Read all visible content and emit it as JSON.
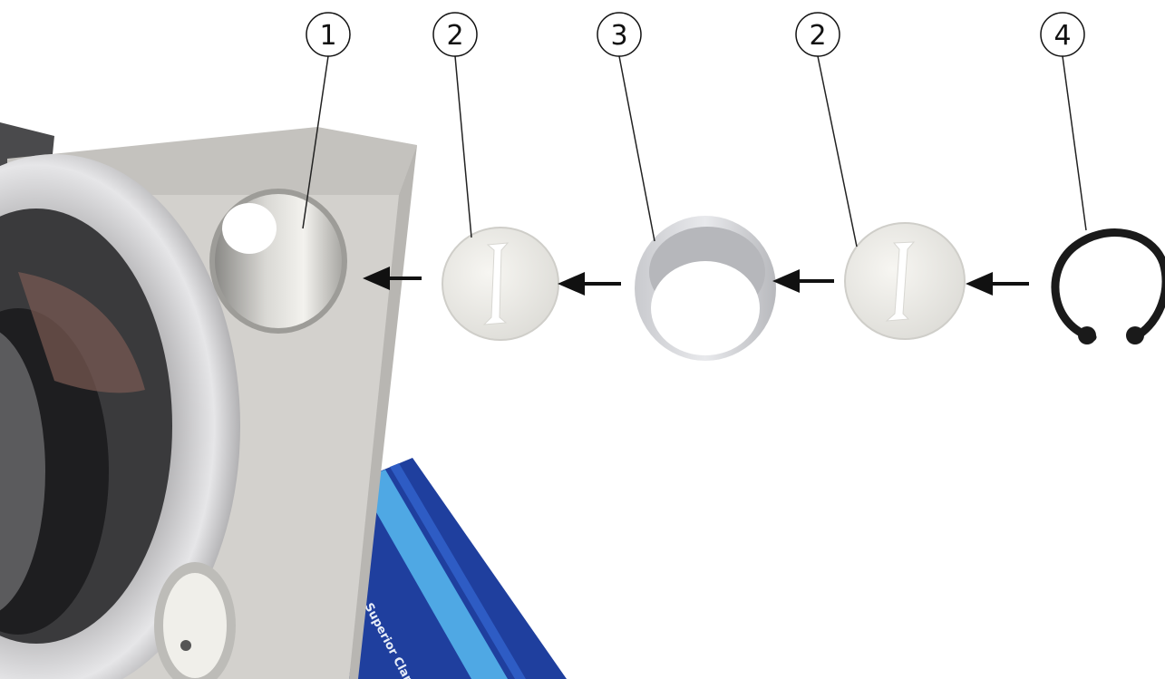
{
  "callouts": [
    {
      "id": "c1",
      "label": "1"
    },
    {
      "id": "c2a",
      "label": "2"
    },
    {
      "id": "c3",
      "label": "3"
    },
    {
      "id": "c2b",
      "label": "2"
    },
    {
      "id": "c4",
      "label": "4"
    }
  ],
  "book_text": "Superior Clamp",
  "colors": {
    "housing": "#d3d1cd",
    "housing_top": "#c4c2be",
    "book_blue": "#1f3f9e",
    "book_stripe": "#4fa8e4",
    "cap": "#ecebe7",
    "ring": "#1a1a1a",
    "arrow": "#111111"
  },
  "icons": [
    "arrow-left-icon"
  ]
}
